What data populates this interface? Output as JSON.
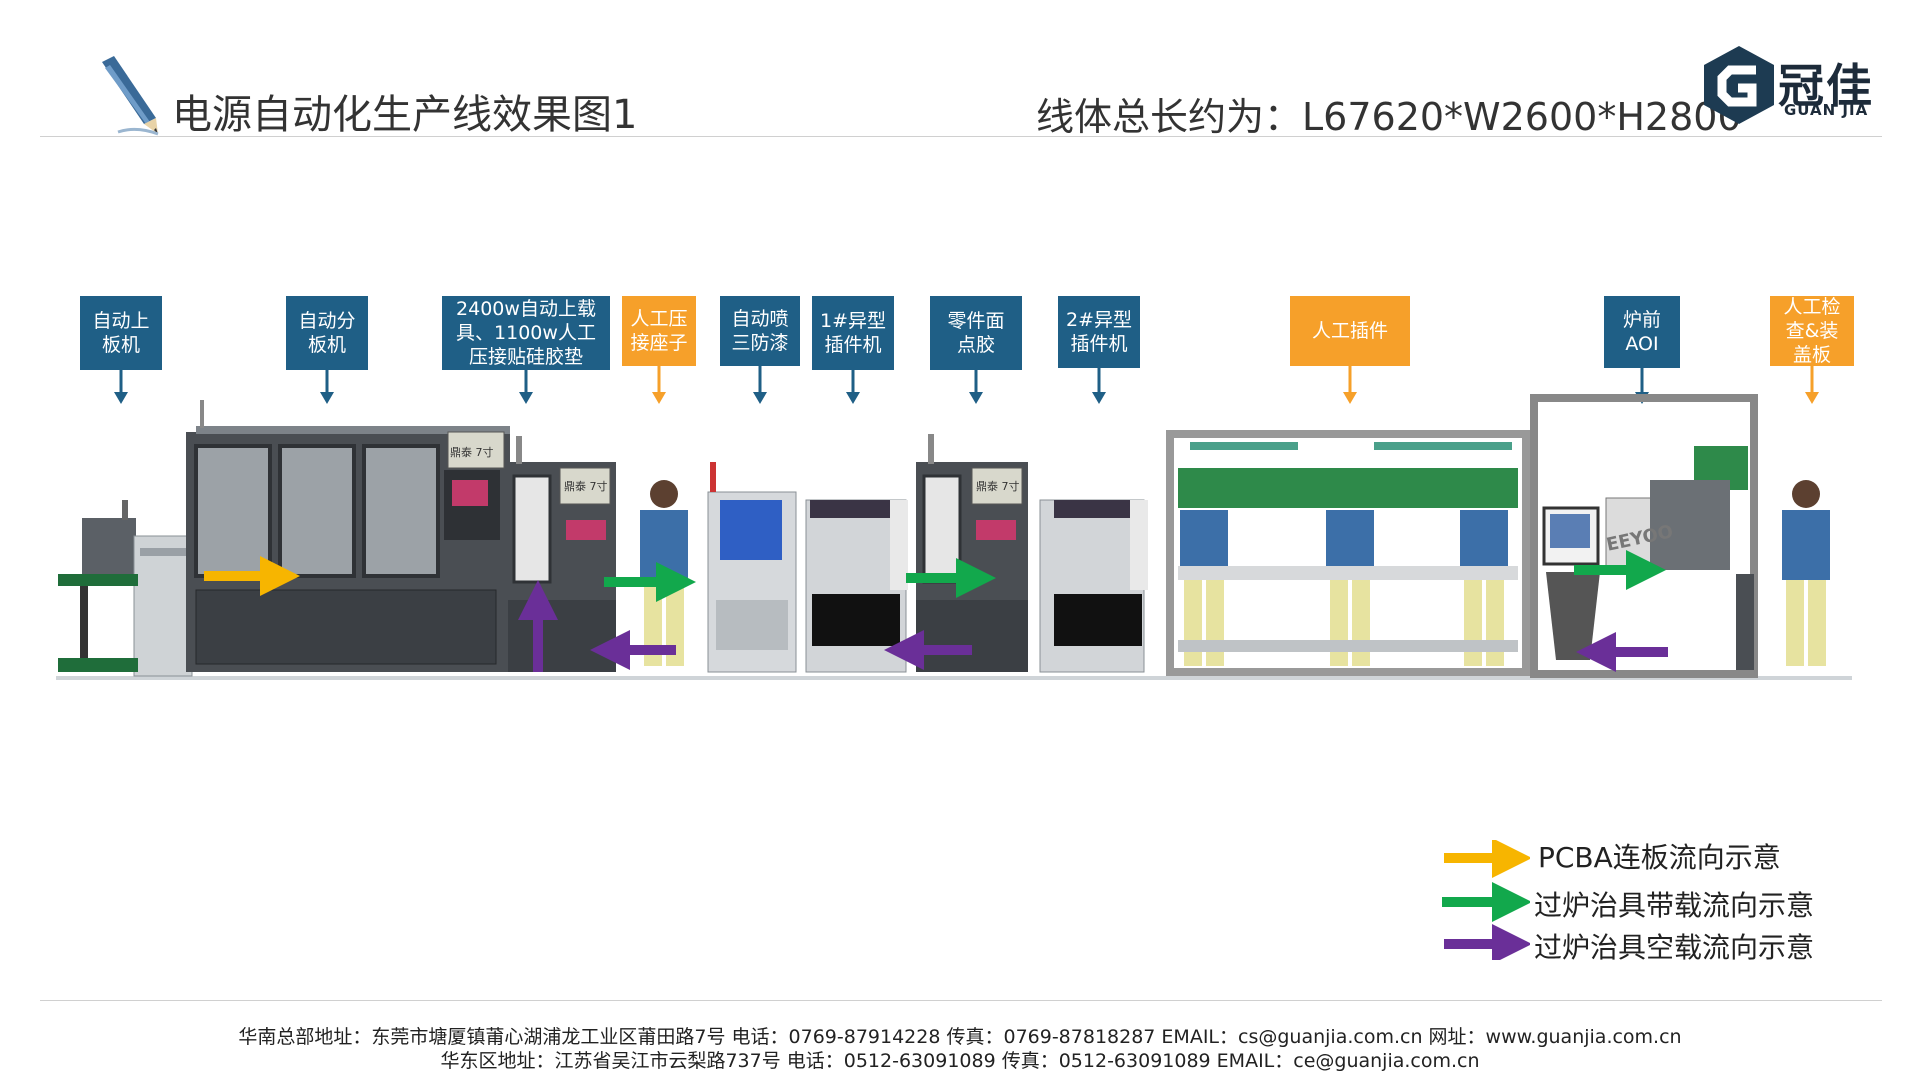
{
  "header": {
    "title": "电源自动化生产线效果图1",
    "dimensions": "线体总长约为：L67620*W2600*H2800",
    "logo_cn": "冠佳",
    "logo_en": "GUAN JIA"
  },
  "stations": [
    {
      "label": "自动上\n板机",
      "style": "blue"
    },
    {
      "label": "自动分\n板机",
      "style": "blue"
    },
    {
      "label": "2400w自动上载\n具、1100w人工\n压接贴硅胶垫",
      "style": "blue"
    },
    {
      "label": "人工压\n接座子",
      "style": "orange"
    },
    {
      "label": "自动喷\n三防漆",
      "style": "blue"
    },
    {
      "label": "1#异型\n插件机",
      "style": "blue"
    },
    {
      "label": "零件面\n点胶",
      "style": "blue"
    },
    {
      "label": "2#异型\n插件机",
      "style": "blue"
    },
    {
      "label": "人工插件",
      "style": "orange"
    },
    {
      "label": "炉前\nAOI",
      "style": "blue"
    },
    {
      "label": "人工检\n查&装\n盖板",
      "style": "orange"
    }
  ],
  "machine_text": {
    "screen_a": "鼎泰 7寸",
    "screen_b": "鼎泰 7寸",
    "screen_c": "鼎泰 7寸",
    "aoi_brand": "EEYOO"
  },
  "legend": [
    {
      "label": "PCBA连板流向示意",
      "color": "#f7b500"
    },
    {
      "label": "过炉治具带载流向示意",
      "color": "#12a84c"
    },
    {
      "label": "过炉治具空载流向示意",
      "color": "#6a2f98"
    }
  ],
  "colors": {
    "label_blue": "#1f5f86",
    "label_orange": "#f6a02a",
    "arrow_yellow": "#f7b500",
    "arrow_green": "#12a84c",
    "arrow_purple": "#6a2f98"
  },
  "footer": {
    "line1": "华南总部地址：东莞市塘厦镇莆心湖浦龙工业区莆田路7号  电话：0769-87914228   传真：0769-87818287  EMAIL：cs@guanjia.com.cn 网址：www.guanjia.com.cn",
    "line2": "华东区地址：江苏省吴江市云梨路737号 电话：0512-63091089 传真：0512-63091089 EMAIL：ce@guanjia.com.cn"
  }
}
